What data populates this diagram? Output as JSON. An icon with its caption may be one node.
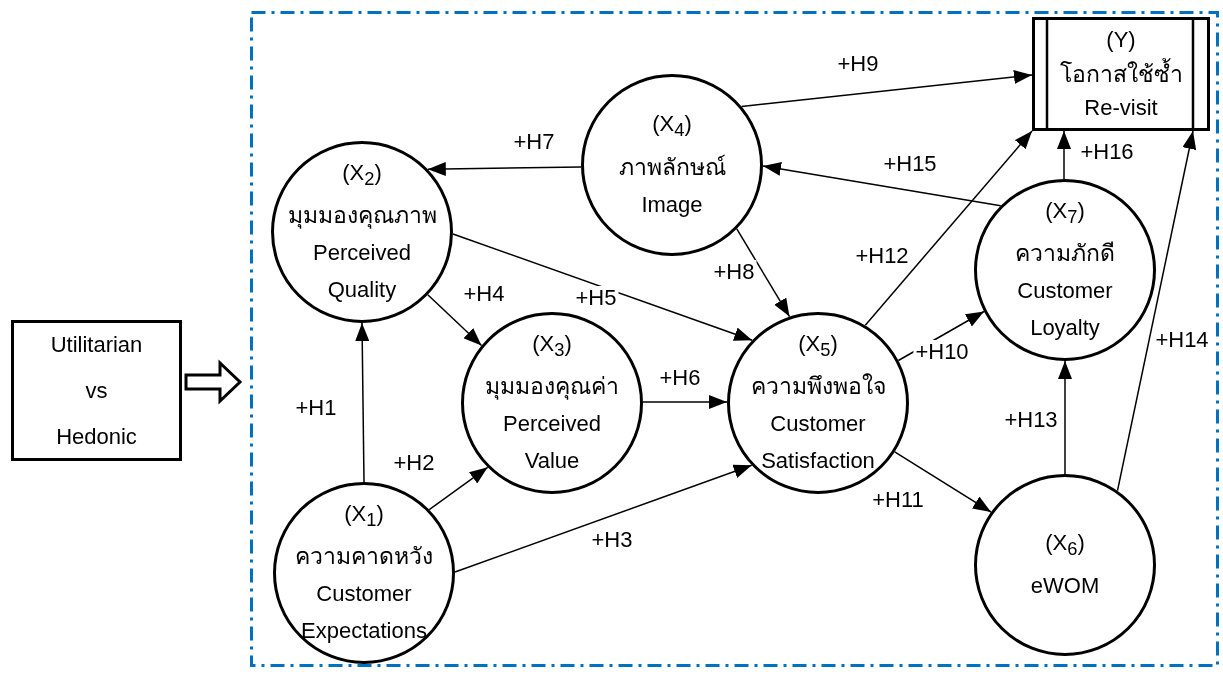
{
  "diagram": {
    "nodes": [
      {
        "text": [
          "Utilitarian vs Hedonic"
        ]
      },
      {
        "text": [],
        "shape": "box"
      },
      {
        "text": [
          "(X$_{1}$)",
          "ความคาดหวัง",
          "Customer Expectations"
        ],
        "in": 1
      },
      {
        "text": [
          "(X$_{2}$)",
          "มุมมองคุณภาพ",
          "Perceived Quality"
        ],
        "in": 1
      },
      {
        "text": [
          "(X$_{3}$)",
          "มุมมองคุณค่า",
          "Perceived Value"
        ],
        "in": 1
      },
      {
        "text": [
          "(X$_{4}$)",
          "ภาพลักษณ์",
          "Image"
        ],
        "in": 1
      },
      {
        "text": [
          "(X$_{5}$)",
          "ความพึงพอใจ",
          "Customer Satisfaction"
        ],
        "in": 1
      },
      {
        "text": [
          "(X$_{6}$)",
          "eWOM"
        ],
        "in": 1
      },
      {
        "text": [
          "(X$_{7}$)",
          "ความภักดี",
          "Customer Loyalty"
        ],
        "in": 1
      },
      {
        "text": [
          "(Y)",
          "โอกาสใช้ซ้ำ",
          "Re-visit"
        ],
        "in": 1
      }
    ],
    "edges": [
      {
        "from": 0,
        "to": 1,
        "arrow": "to"
      },
      {
        "from": 2,
        "to": 3,
        "arrow": "to",
        "label": "+H1"
      },
      {
        "from": 2,
        "to": 4,
        "arrow": "to",
        "label": "+H2"
      },
      {
        "from": 2,
        "to": 6,
        "arrow": "to",
        "label": "+H3"
      },
      {
        "from": 3,
        "to": 4,
        "arrow": "to",
        "label": "+H4"
      },
      {
        "from": 3,
        "to": 6,
        "arrow": "to",
        "label": "+H5"
      },
      {
        "from": 4,
        "to": 6,
        "arrow": "to",
        "label": "+H6"
      },
      {
        "from": 5,
        "to": 3,
        "arrow": "to",
        "label": "+H7"
      },
      {
        "from": 5,
        "to": 6,
        "arrow": "to",
        "label": "+H8"
      },
      {
        "from": 5,
        "to": 9,
        "arrow": "to",
        "label": "+H9"
      },
      {
        "from": 6,
        "to": 8,
        "arrow": "to",
        "label": "+H10"
      },
      {
        "from": 6,
        "to": 7,
        "arrow": "to",
        "label": "+H11"
      },
      {
        "from": 6,
        "to": 9,
        "arrow": "to",
        "label": "+H12"
      },
      {
        "from": 7,
        "to": 8,
        "arrow": "to",
        "label": "+H13"
      },
      {
        "from": 7,
        "to": 9,
        "arrow": "to",
        "label": "+H14"
      },
      {
        "from": 8,
        "to": 5,
        "arrow": "to",
        "label": "+H15"
      },
      {
        "from": 8,
        "to": 9,
        "arrow": "to",
        "label": "+H16"
      }
    ]
  }
}
